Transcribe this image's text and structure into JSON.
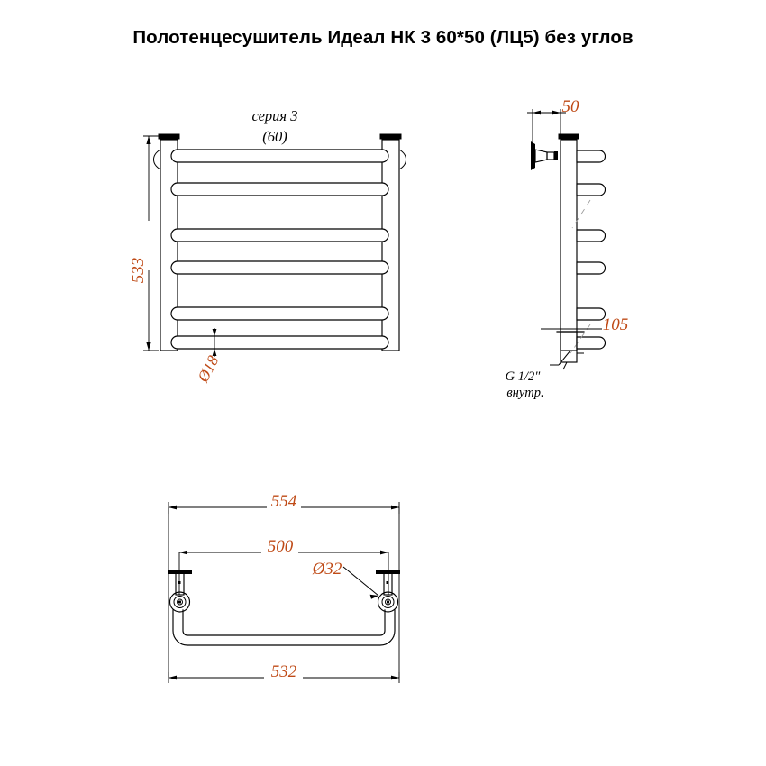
{
  "title": "Полотенцесушитель Идеал НК 3 60*50 (ЛЦ5) без углов",
  "colors": {
    "dimension": "#BF4A16",
    "line": "#000000",
    "hidden": "#9a9a9a",
    "background": "#ffffff"
  },
  "views": {
    "front": {
      "name": "front-view",
      "series_label": "серия 3",
      "width_label": "(60)",
      "height_dimension": "533",
      "tube_diameter": "Ø18",
      "rung_count": 6
    },
    "side": {
      "name": "side-view",
      "depth_dimension": "50",
      "offset_dimension": "105",
      "thread_note_line1": "G 1/2\"",
      "thread_note_line2": "внутр."
    },
    "top": {
      "name": "top-view",
      "outer_width": "554",
      "mount_spacing": "500",
      "bend_diameter": "Ø32",
      "inner_width": "532"
    }
  }
}
